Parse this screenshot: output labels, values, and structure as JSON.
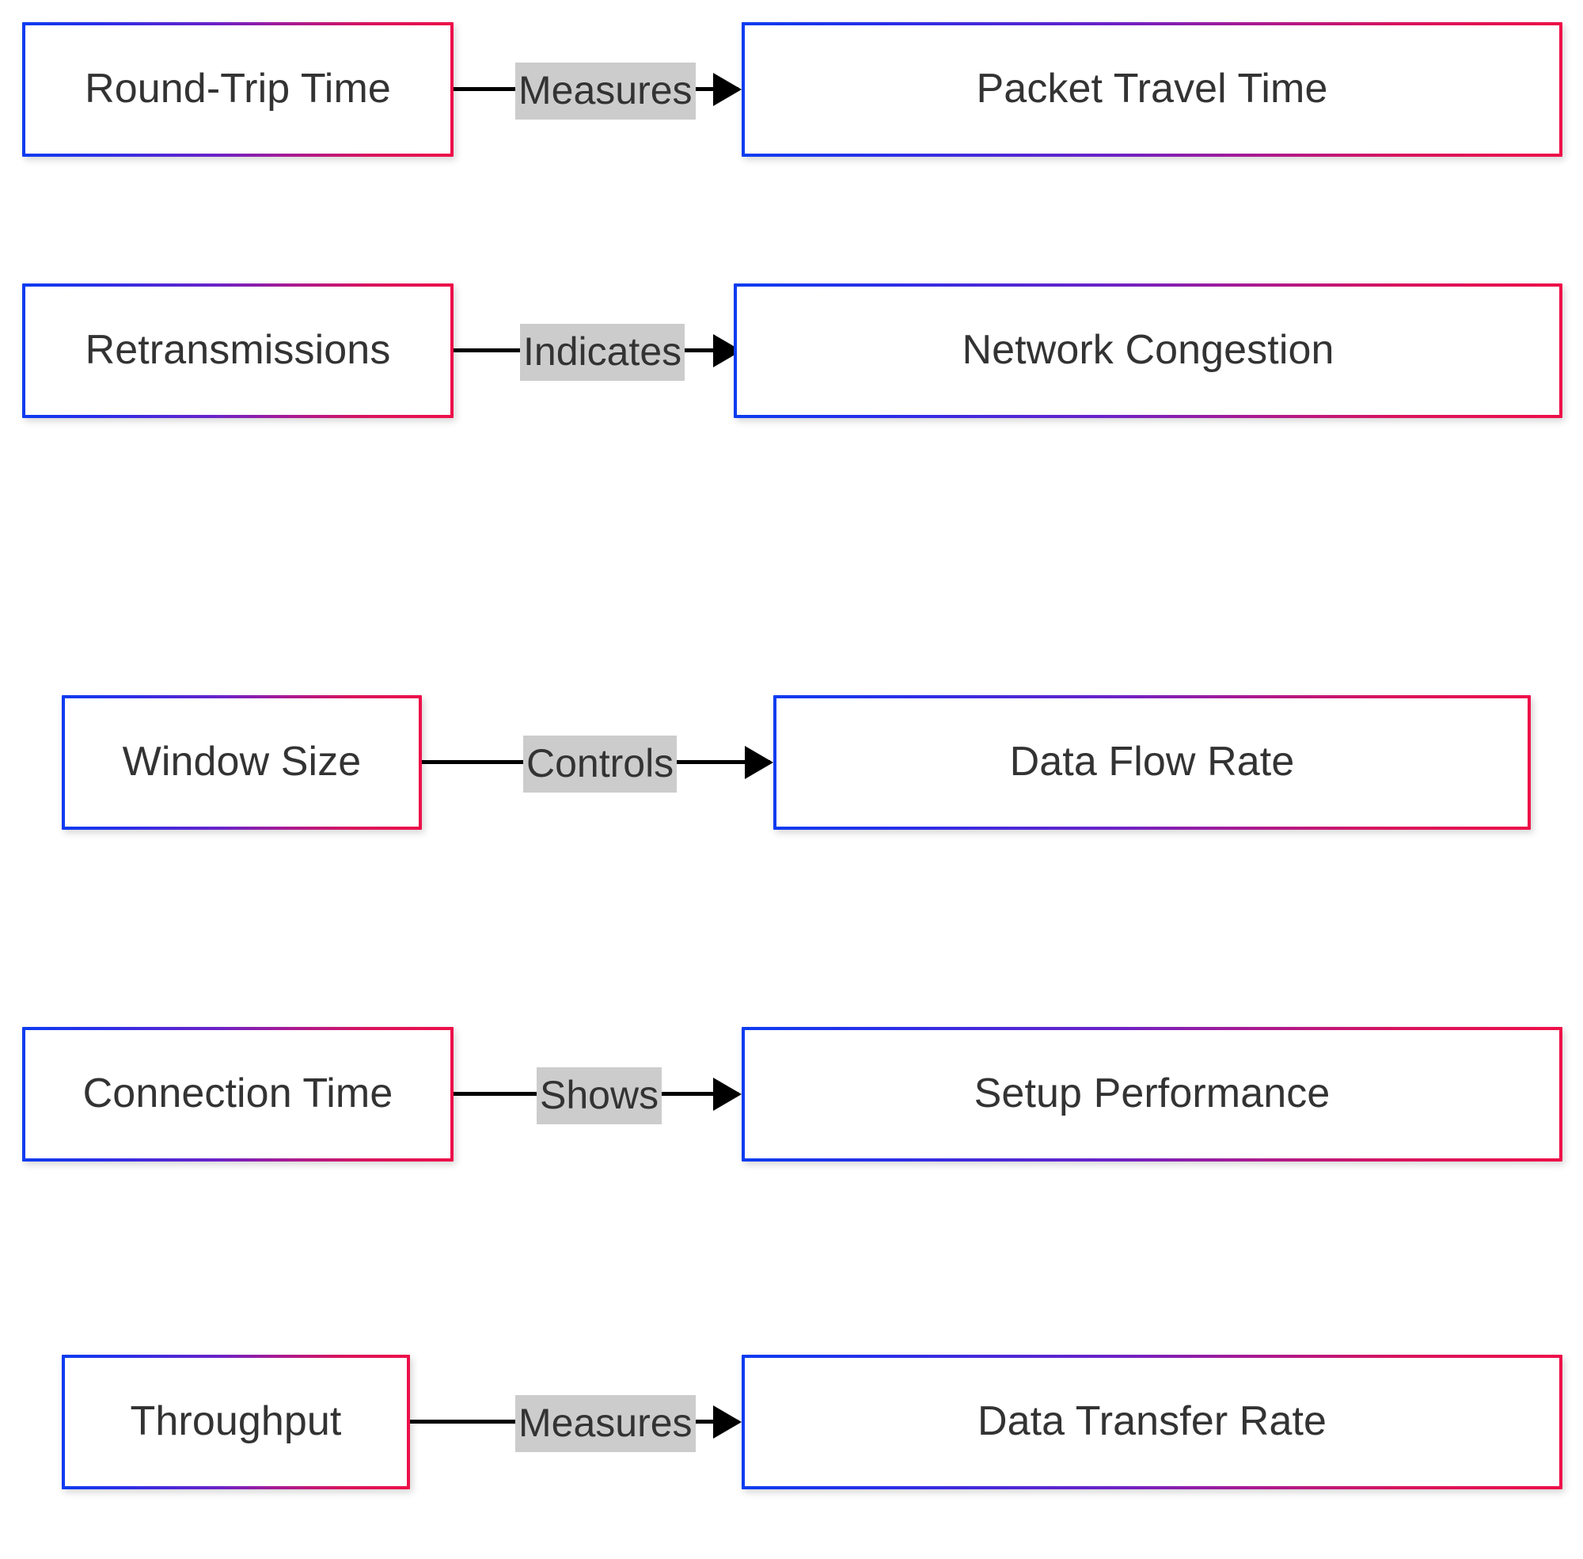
{
  "diagram": {
    "type": "flowchart",
    "title": "",
    "direction": "left-to-right",
    "colors": {
      "node_border_start": "#0d3cf0",
      "node_border_end": "#ee0f49",
      "node_fill": "#ffffff",
      "node_text": "#333333",
      "edge_line": "#000000",
      "edge_label_background": "#cccccc",
      "edge_label_text": "#333333",
      "canvas_background": "#ffffff"
    },
    "rows": [
      {
        "source": "Round-Trip Time",
        "relation": "Measures",
        "target": "Packet Travel Time"
      },
      {
        "source": "Retransmissions",
        "relation": "Indicates",
        "target": "Network Congestion"
      },
      {
        "source": "Window Size",
        "relation": "Controls",
        "target": "Data Flow Rate"
      },
      {
        "source": "Connection Time",
        "relation": "Shows",
        "target": "Setup Performance"
      },
      {
        "source": "Throughput",
        "relation": "Measures",
        "target": "Data Transfer Rate"
      }
    ]
  }
}
